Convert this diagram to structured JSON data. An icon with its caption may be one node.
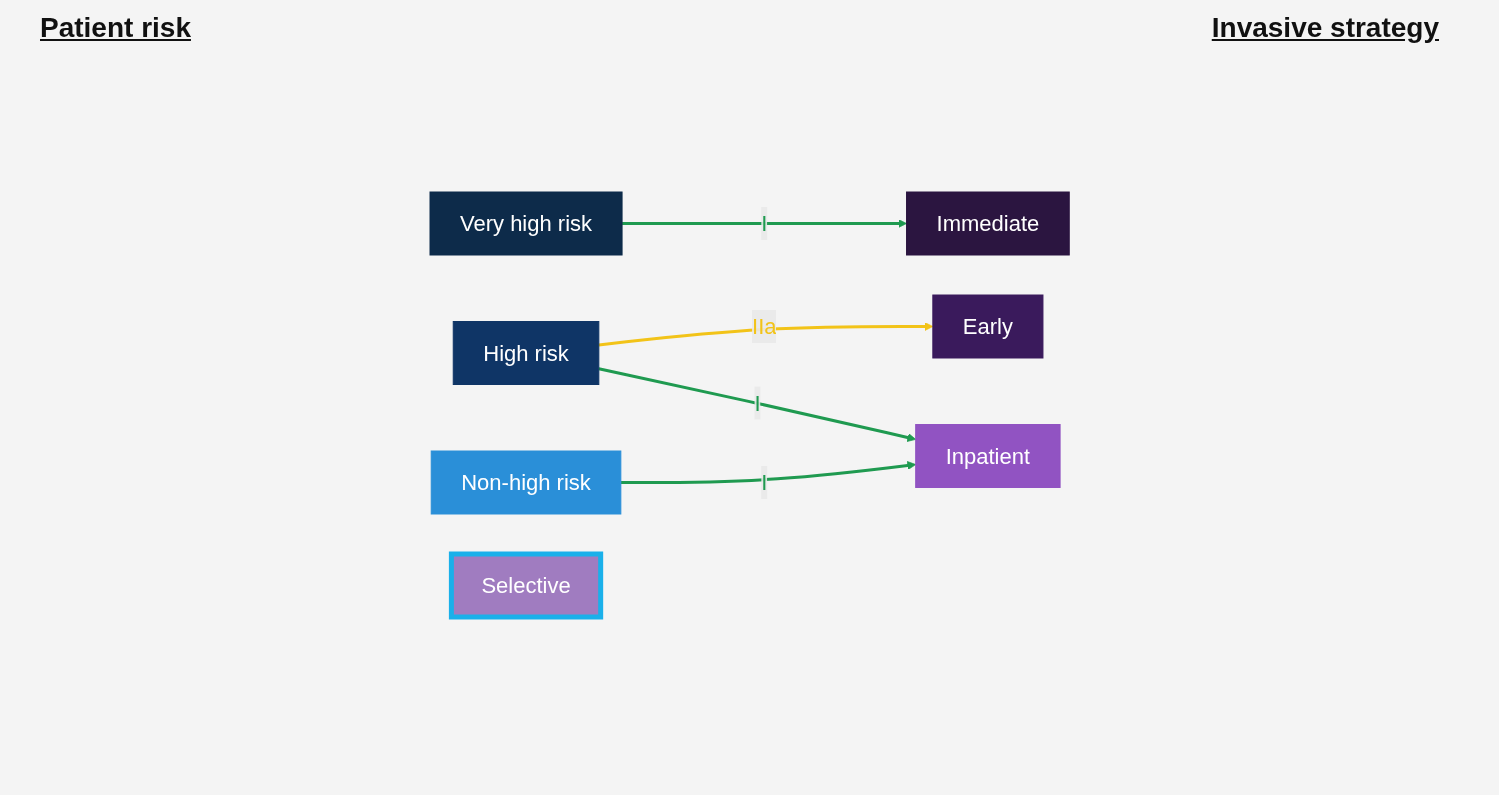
{
  "diagram": {
    "nodes": [
      {
        "text": [
          "Very high risk"
        ]
      },
      {
        "text": [
          "High risk"
        ]
      },
      {
        "text": [
          "Non-high risk"
        ]
      },
      {
        "text": [
          "Immediate"
        ]
      },
      {
        "text": [
          "Early"
        ]
      },
      {
        "text": [
          "Inpatient"
        ]
      },
      {
        "text": [
          "Selective"
        ]
      }
    ],
    "edges": [
      {
        "from": 0,
        "to": 3,
        "arrow": "to",
        "label": "I"
      },
      {
        "from": 1,
        "to": 4,
        "arrow": "to",
        "label": "IIa",
        "color": "#f2c318"
      },
      {
        "from": 1,
        "to": 5,
        "arrow": "to",
        "label": "I"
      },
      {
        "from": 2,
        "to": 5,
        "arrow": "to",
        "label": "I"
      }
    ],
    "labels": [
      "Patient risk",
      "Invasive strategy"
    ]
  }
}
